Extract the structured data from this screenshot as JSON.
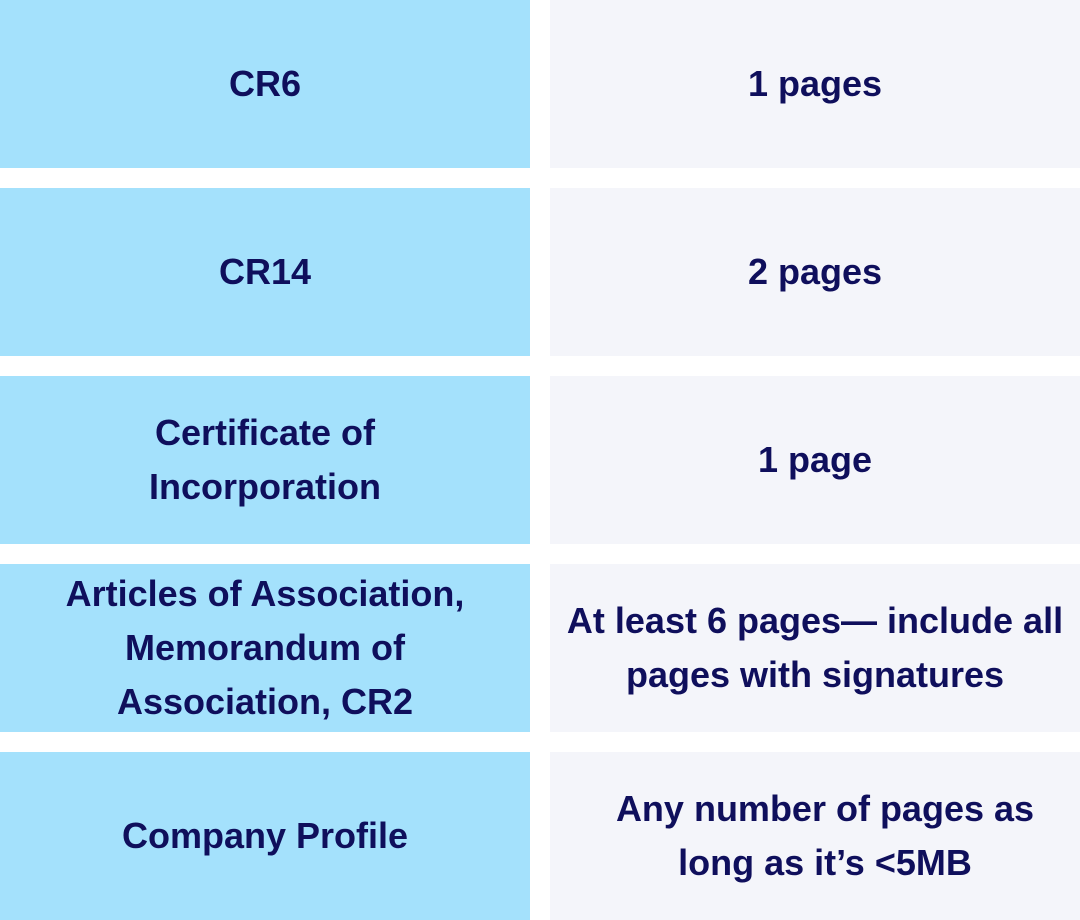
{
  "colors": {
    "left_cell_bg": "#a4e1fc",
    "right_cell_bg": "#f4f5fa",
    "text": "#0f0f5c",
    "background": "#ffffff"
  },
  "rows": [
    {
      "document": "CR6",
      "pages": "1 pages"
    },
    {
      "document": "CR14",
      "pages": "2 pages"
    },
    {
      "document": "Certificate of Incorporation",
      "pages": "1 page"
    },
    {
      "document": "Articles of Association, Memorandum of Association, CR2",
      "pages": "At least 6 pages—  include all pages with signatures"
    },
    {
      "document": "Company Profile",
      "pages": "Any number of pages as long as it’s <5MB"
    }
  ]
}
